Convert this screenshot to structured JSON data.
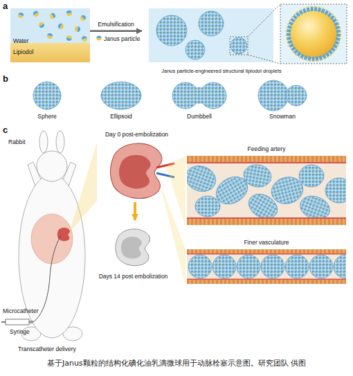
{
  "diagram": {
    "caption": "基于Janus颗粒的结构化碘化油乳滴微球用于动脉栓塞示意图。研究团队 供图",
    "nodes": [
      {
        "text": [
          "Water",
          "Lipiodol"
        ]
      },
      {
        "text": [
          "Janus particle-engineered structural lipiodol droplets"
        ]
      },
      {
        "text": [
          "Day 0 post-embolization"
        ]
      },
      {
        "text": [
          "Days 14 post embolization"
        ]
      },
      {
        "text": [
          "Feeding artery"
        ]
      },
      {
        "text": [
          "Finer vasculature"
        ]
      }
    ],
    "edges": [
      {
        "from": 0,
        "to": 1,
        "label": "Emulsification",
        "arrow": "to"
      },
      {
        "from": 2,
        "to": 3,
        "arrow": "to"
      }
    ],
    "labels": [
      "a",
      "Janus particle",
      "b",
      "Sphere",
      "Ellipsoid",
      "Dumbbell",
      "Snowman",
      "c",
      "Rabbit",
      "Microcatheter",
      "Syringe",
      "Transcatheter delivery"
    ]
  }
}
